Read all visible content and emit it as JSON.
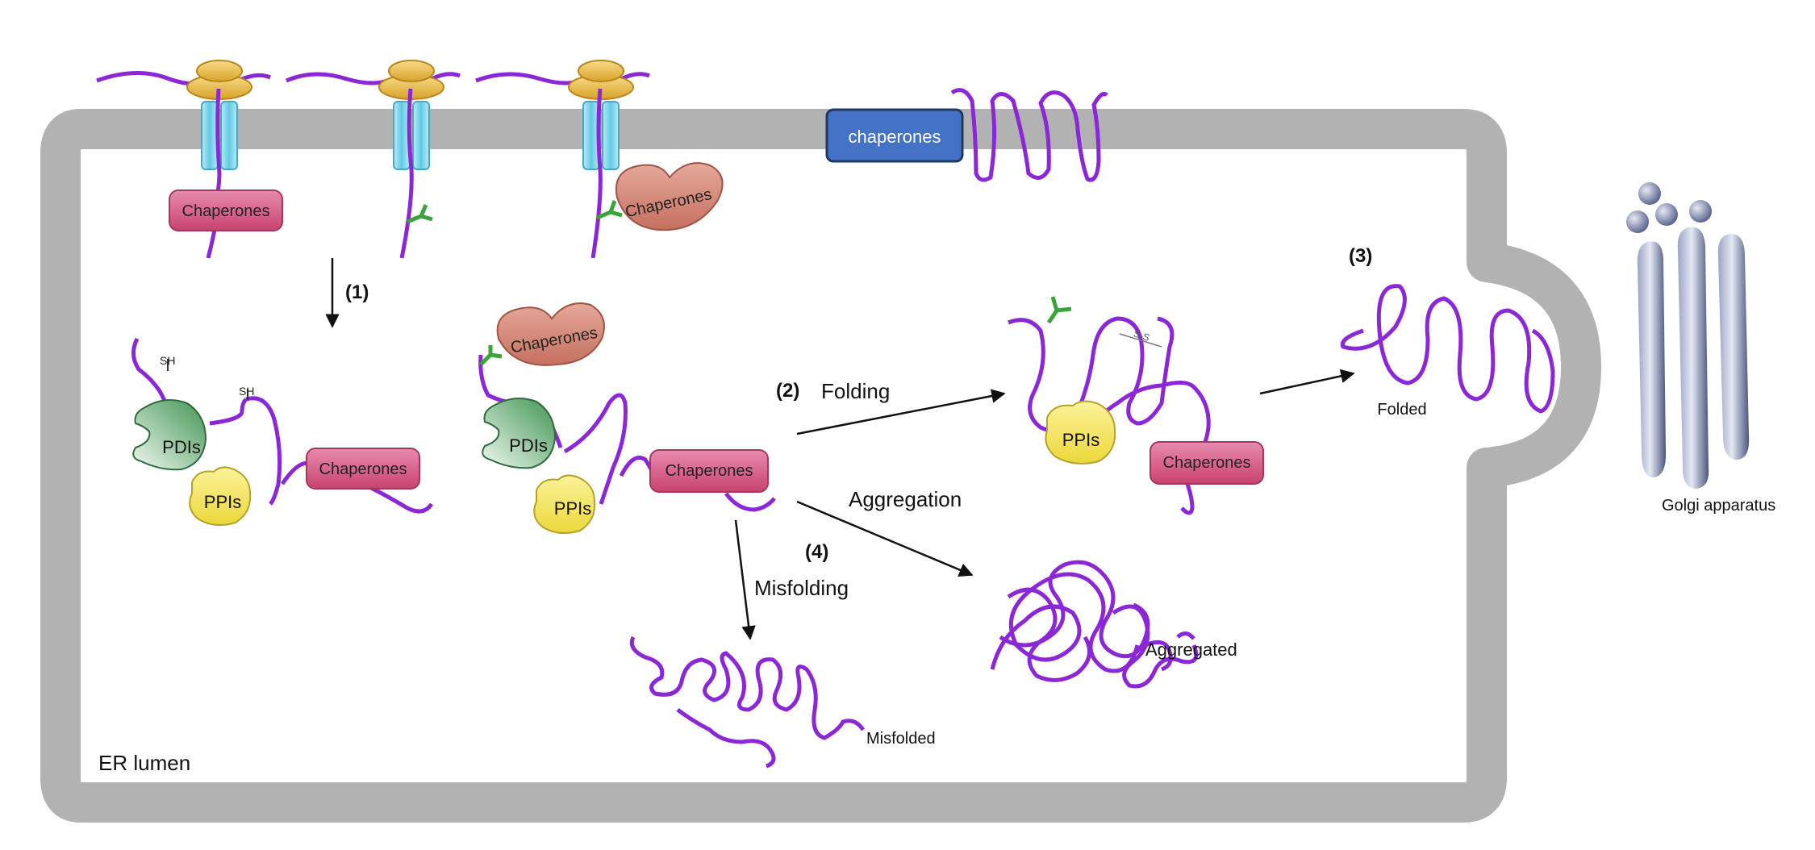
{
  "labels": {
    "chaperones_box": "chaperones",
    "chaperones": "Chaperones",
    "pdis": "PDIs",
    "ppis": "PPIs",
    "sh": "SH",
    "ss": "S-S",
    "step1": "(1)",
    "step2": "(2)",
    "step3": "(3)",
    "step4": "(4)",
    "folding": "Folding",
    "aggregation": "Aggregation",
    "misfolding": "Misfolding",
    "folded": "Folded",
    "aggregated": "Aggregated",
    "misfolded": "Misfolded",
    "er_lumen": "ER lumen",
    "golgi": "Golgi apparatus"
  },
  "colors": {
    "membrane": "#b2b2b2",
    "protein": "#8b27d6",
    "chaperone_pink": "#d9537f",
    "chaperone_salmon": "#cf7f70",
    "pdi": "#5aa86a",
    "ppi": "#f3e45a",
    "ribosome": "#e8b83a",
    "translocon": "#86d6ea",
    "glycan": "#3aa43a",
    "box_blue": "#4472c4",
    "golgi": "#5c6890"
  }
}
